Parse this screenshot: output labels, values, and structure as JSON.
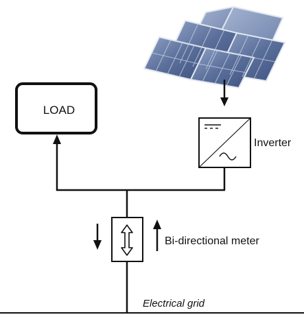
{
  "load": {
    "label": "LOAD"
  },
  "inverter": {
    "label": "Inverter",
    "dc_symbol": "dc-symbol-icon",
    "ac_symbol": "ac-sine-icon"
  },
  "meter": {
    "label": "Bi-directional meter",
    "icon": "bidirectional-arrow-icon"
  },
  "grid": {
    "label": "Electrical grid"
  },
  "solar_panel": {
    "icon": "solar-panel-icon"
  },
  "colors": {
    "line": "#111111",
    "panel_cell": "#5a6f9a",
    "panel_frame": "#c9d2e0",
    "background": "#ffffff"
  }
}
